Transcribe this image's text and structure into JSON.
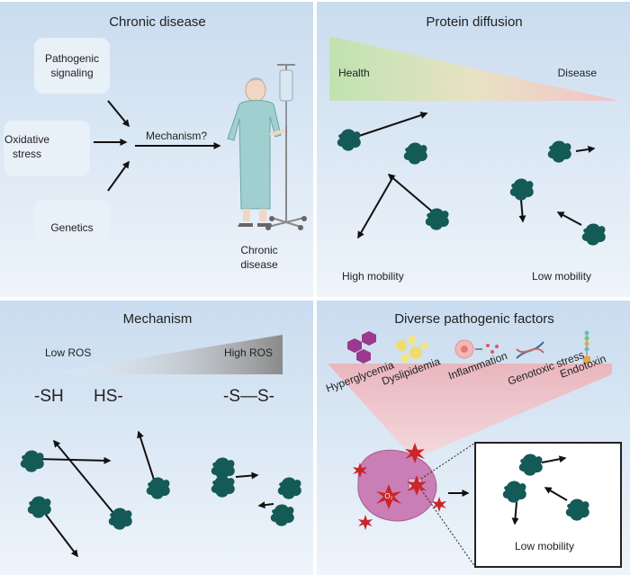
{
  "panels": {
    "chronic": {
      "title": "Chronic disease",
      "factors": [
        "Pathogenic signaling",
        "Oxidative stress",
        "Genetics"
      ],
      "factor_lines": [
        [
          "Pathogenic",
          "signaling"
        ],
        [
          "Oxidative",
          "stress"
        ],
        [
          "Genetics"
        ]
      ],
      "mechanism_label": "Mechanism?",
      "patient_label": [
        "Chronic",
        "disease"
      ]
    },
    "diffusion": {
      "title": "Protein diffusion",
      "left_label": "Health",
      "right_label": "Disease",
      "high_label": "High mobility",
      "low_label": "Low mobility"
    },
    "mechanism": {
      "title": "Mechanism",
      "low_label": "Low ROS",
      "high_label": "High ROS",
      "sh": "-SH",
      "hs": "HS-",
      "ss": "-S—S-"
    },
    "factors": {
      "title": "Diverse pathogenic factors",
      "items": [
        "Hyperglycemia",
        "Dyslipidemia",
        "Inflammation",
        "Genotoxic stress",
        "Endotoxin"
      ],
      "o2": "O₂",
      "box_label": "Low mobility"
    }
  },
  "colors": {
    "panel_bg_top": "#cfe0f0",
    "panel_bg_bottom": "#e9f1f8",
    "protein": "#145a56",
    "arrow": "#111111",
    "health_green": "#bfe3b0",
    "disease_pink": "#f3c7cc",
    "ros_gray": "#8e8e8e",
    "hexagon_purple": "#9b3a8c",
    "lipid_yellow": "#f0dc6e",
    "ros_red": "#c9252b",
    "cell_pink": "#c97fb5"
  }
}
